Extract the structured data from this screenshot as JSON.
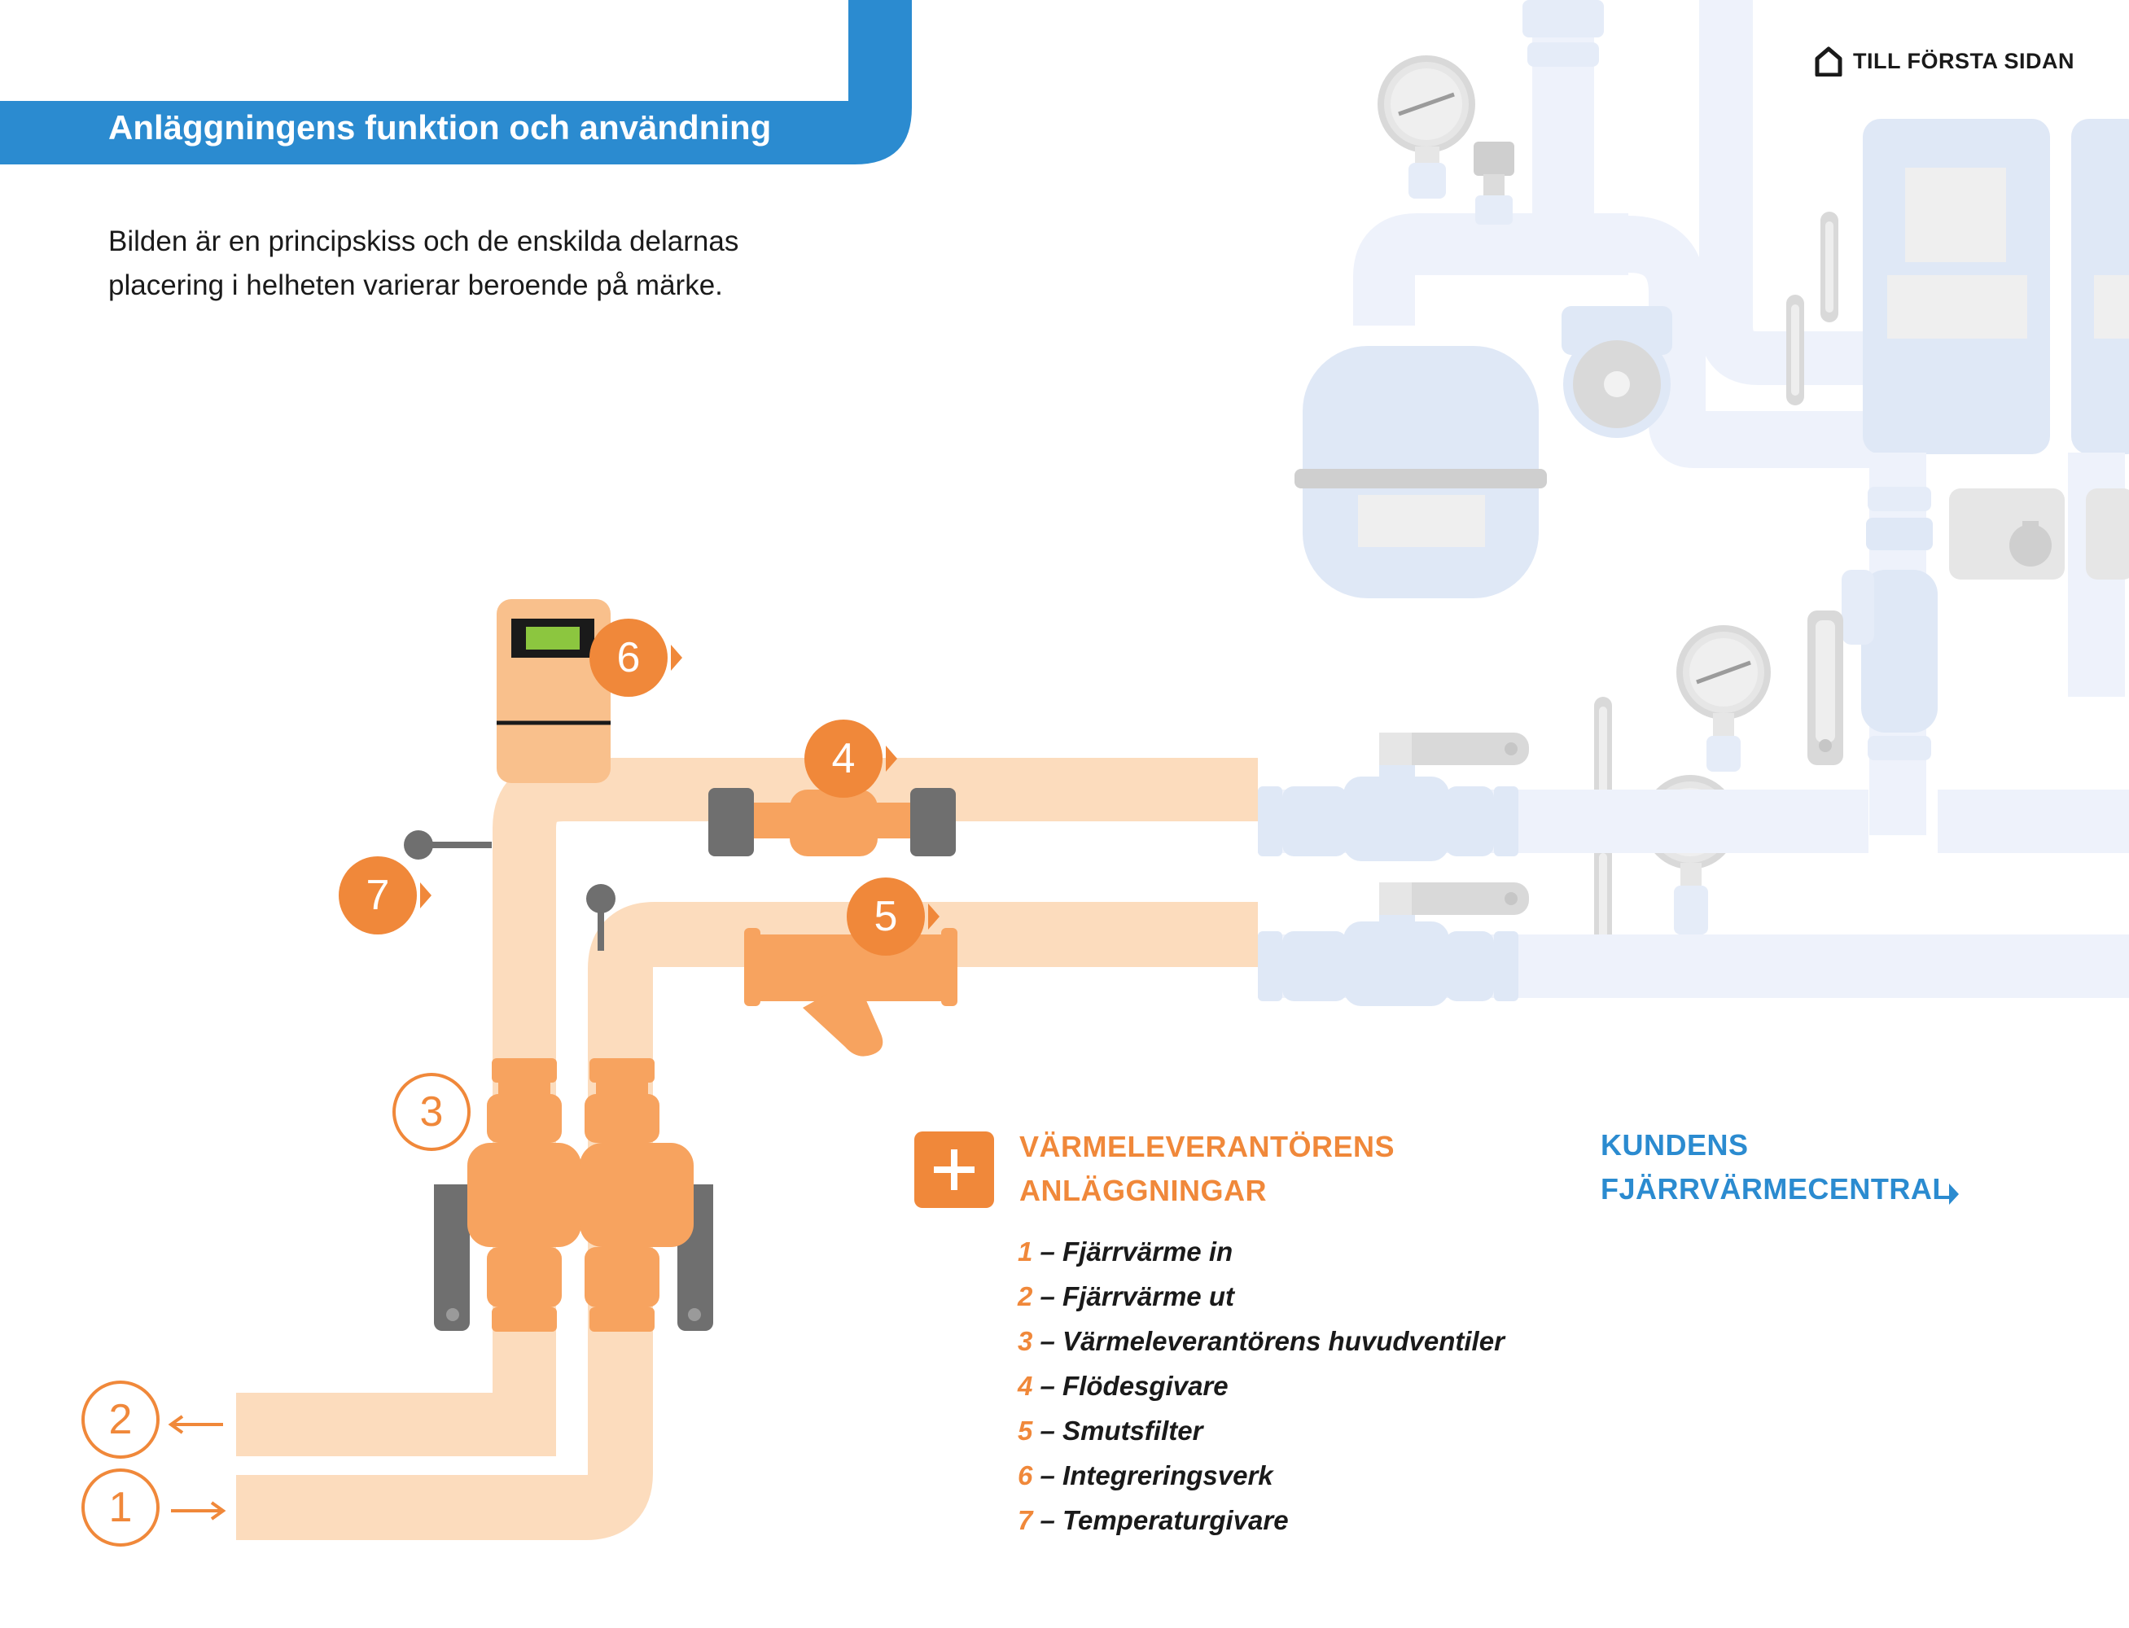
{
  "header": {
    "title": "Anläggningens funktion och användning"
  },
  "nav": {
    "home_label": "TILL FÖRSTA SIDAN"
  },
  "intro": {
    "line1": "Bilden är en principskiss och de enskilda delarnas",
    "line2": "placering i helheten varierar beroende på märke."
  },
  "markers": {
    "m1": "1",
    "m2": "2",
    "m3": "3",
    "m4": "4",
    "m5": "5",
    "m6": "6",
    "m7": "7"
  },
  "supplier": {
    "title_line1": "VÄRMELEVERANTÖRENS",
    "title_line2": "ANLÄGGNINGAR",
    "items": [
      {
        "num": "1",
        "label": "– Fjärrvärme in"
      },
      {
        "num": "2",
        "label": "– Fjärrvärme ut"
      },
      {
        "num": "3",
        "label": "– Värmeleverantörens huvudventiler"
      },
      {
        "num": "4",
        "label": "– Flödesgivare"
      },
      {
        "num": "5",
        "label": "– Smutsfilter"
      },
      {
        "num": "6",
        "label": "– Integreringsverk"
      },
      {
        "num": "7",
        "label": "– Temperaturgivare"
      }
    ]
  },
  "customer": {
    "title_line1": "KUNDENS",
    "title_line2": "FJÄRRVÄRMECENTRAL"
  },
  "colors": {
    "brand_blue": "#2b8bd0",
    "accent_orange": "#f0883a",
    "pipe_peach": "#fcdcbd",
    "component_orange": "#f7a35f",
    "faded_blue": "#dfe8f6",
    "valve_gray": "#6f6f6f",
    "display_green": "#8cc63f"
  }
}
